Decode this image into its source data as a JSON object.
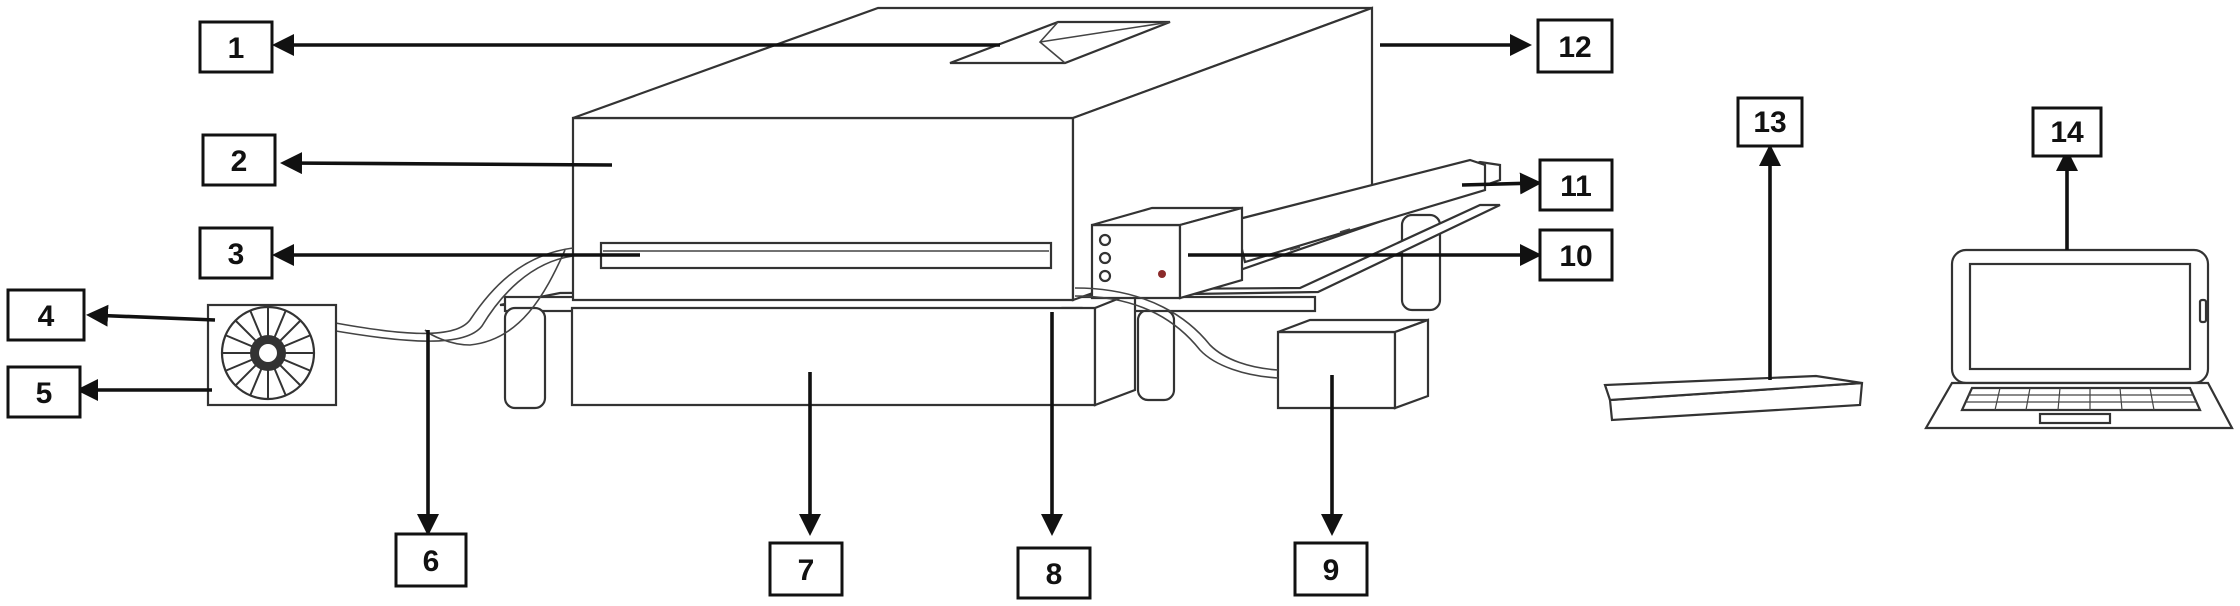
{
  "callouts": [
    {
      "id": "1",
      "label": "1"
    },
    {
      "id": "2",
      "label": "2"
    },
    {
      "id": "3",
      "label": "3"
    },
    {
      "id": "4",
      "label": "4"
    },
    {
      "id": "5",
      "label": "5"
    },
    {
      "id": "6",
      "label": "6"
    },
    {
      "id": "7",
      "label": "7"
    },
    {
      "id": "8",
      "label": "8"
    },
    {
      "id": "9",
      "label": "9"
    },
    {
      "id": "10",
      "label": "10"
    },
    {
      "id": "11",
      "label": "11"
    },
    {
      "id": "12",
      "label": "12"
    },
    {
      "id": "13",
      "label": "13"
    },
    {
      "id": "14",
      "label": "14"
    }
  ],
  "colors": {
    "line": "#111111",
    "outline": "#333333",
    "background": "#ffffff"
  },
  "icons": [
    "fan-icon",
    "laptop-icon",
    "keyboard-icon"
  ]
}
